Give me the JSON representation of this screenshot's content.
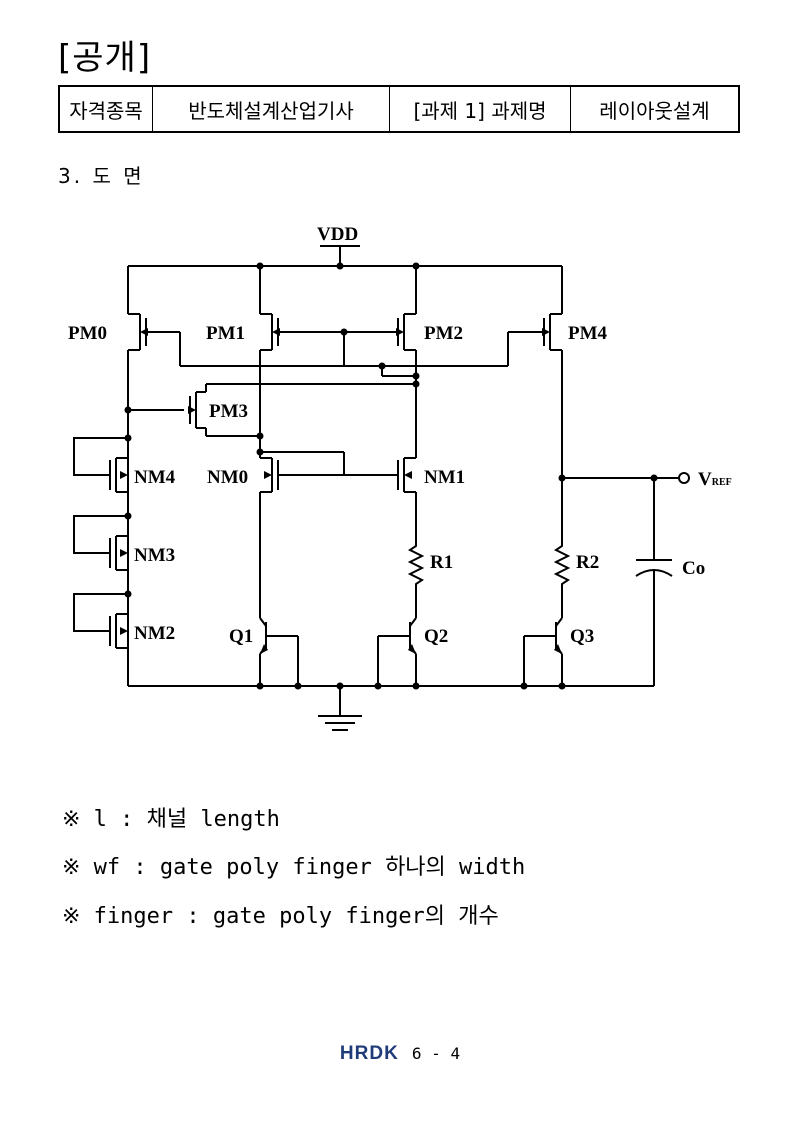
{
  "header": {
    "title": "[공개]"
  },
  "info_table": {
    "label1": "자격종목",
    "value1": "반도체설계산업기사",
    "label2": "[과제 1] 과제명",
    "value2": "레이아웃설계"
  },
  "section": {
    "heading": "3. 도 면"
  },
  "schematic": {
    "labels": {
      "vdd": "VDD",
      "pm0": "PM0",
      "pm1": "PM1",
      "pm2": "PM2",
      "pm3": "PM3",
      "pm4": "PM4",
      "nm0": "NM0",
      "nm1": "NM1",
      "nm2": "NM2",
      "nm3": "NM3",
      "nm4": "NM4",
      "r1": "R1",
      "r2": "R2",
      "co": "Co",
      "q1": "Q1",
      "q2": "Q2",
      "q3": "Q3",
      "vref_main": "V",
      "vref_sub": "REF"
    }
  },
  "notes": [
    "※ l : 채널 length",
    "※ wf : gate poly finger 하나의 width",
    "※ finger : gate poly finger의 개수"
  ],
  "footer": {
    "logo": "HRDK",
    "page": "6 - 4"
  }
}
